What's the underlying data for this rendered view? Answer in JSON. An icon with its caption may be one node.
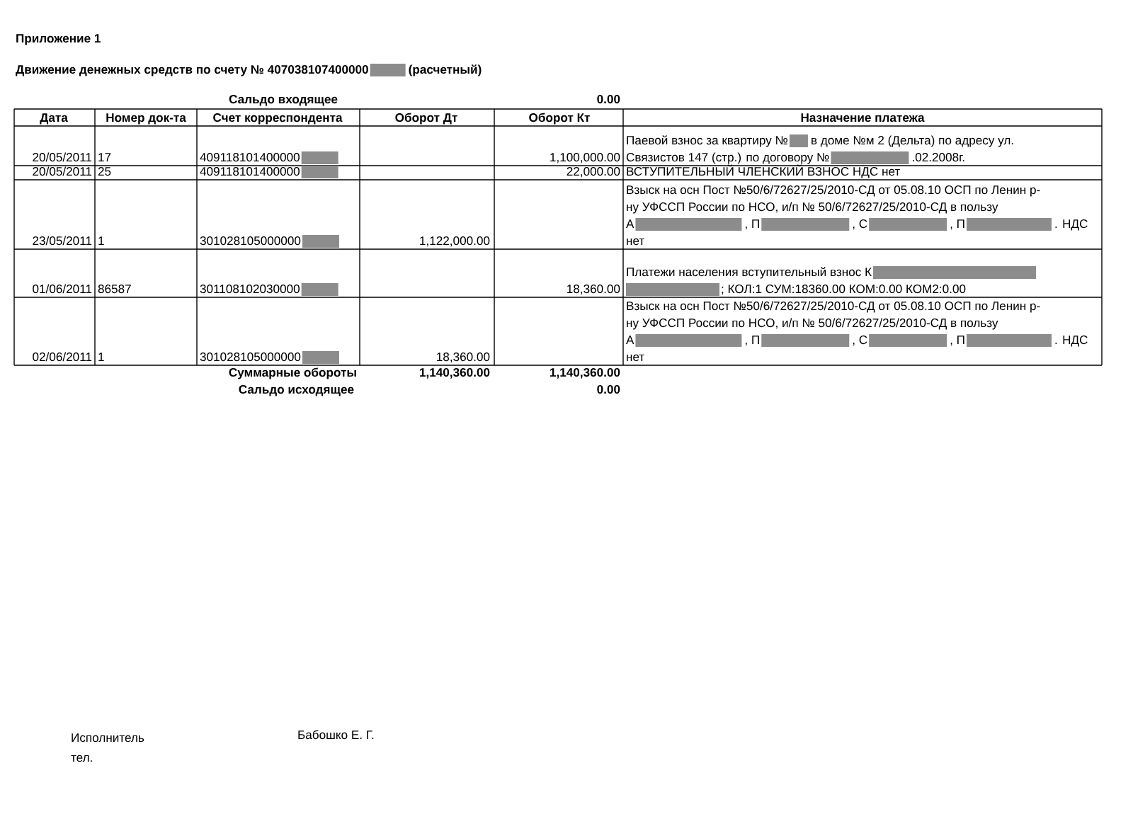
{
  "diagram": {
    "labels": [
      "Приложение 1",
      "Движение денежных средств по счету № 407038107400000",
      "(расчетный)",
      "Сальдо входящее",
      "0.00",
      "Дата",
      "Номер док-та",
      "Счет корреспондента",
      "Оборот Дт",
      "Оборот Кт",
      "Назначение платежа",
      "20/05/2011",
      "17",
      "409118101400000",
      "1,100,000.00",
      "Паевой взнос за квартиру №",
      "в доме №м 2 (Дельта) по адресу ул.",
      "Связистов 147 (стр.) по договору №",
      ".02.2008г.",
      "20/05/2011",
      "25",
      "409118101400000",
      "22,000.00",
      "ВСТУПИТЕЛЬНЫЙ ЧЛЕНСКИЙ ВЗНОС НДС нет",
      "23/05/2011",
      "1",
      "301028105000000",
      "1,122,000.00",
      "Взыск на осн Пост №50/6/72627/25/2010-СД от 05.08.10 ОСП по Ленин р-",
      "ну УФССП России по НСО, и/п № 50/6/72627/25/2010-СД в пользу",
      "А",
      ", П",
      ", С",
      ", П",
      ". НДС",
      "нет",
      "01/06/2011",
      "86587",
      "301108102030000",
      "18,360.00",
      "Платежи населения вступительный взнос К",
      "; КОЛ:1 СУМ:18360.00 КОМ:0.00 КОМ2:0.00",
      "02/06/2011",
      "1",
      "301028105000000",
      "18,360.00",
      "Взыск на осн Пост №50/6/72627/25/2010-СД от 05.08.10 ОСП по Ленин р-",
      "ну УФССП России по НСО, и/п № 50/6/72627/25/2010-СД в пользу",
      "А",
      ", П",
      ", С",
      ", П",
      ". НДС",
      "нет",
      "Суммарные обороты",
      "1,140,360.00",
      "1,140,360.00",
      "Сальдо исходящее",
      "0.00",
      "Исполнитель",
      "тел.",
      "Бабошко Е. Г."
    ]
  }
}
